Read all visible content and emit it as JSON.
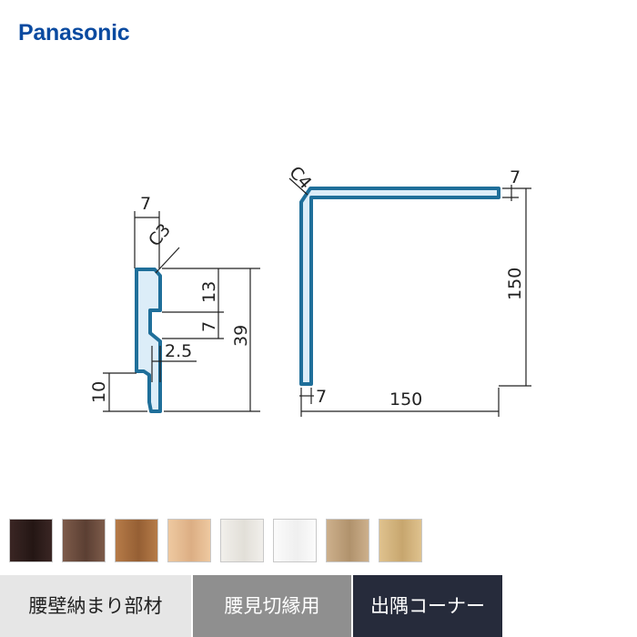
{
  "brand": {
    "logo": "Panasonic",
    "color": "#0a4aa0"
  },
  "profile_color": "#1f6f9a",
  "profile_fill": "#dcedf8",
  "left_profile": {
    "dims": {
      "top_width": "7",
      "chamfer": "C3",
      "upper": "13",
      "groove": "7",
      "offset": "2.5",
      "total": "39",
      "bottom": "10"
    }
  },
  "corner_profile": {
    "dims": {
      "chamfer": "C4",
      "top_thickness": "7",
      "height": "150",
      "bottom_thickness": "7",
      "width": "150"
    }
  },
  "swatches": [
    {
      "name": "dark-walnut",
      "color": "#3a2624",
      "shade": "#241614"
    },
    {
      "name": "medium-walnut",
      "color": "#7d5b4a",
      "shade": "#5b3f33"
    },
    {
      "name": "cherry",
      "color": "#b67b48",
      "shade": "#955f34"
    },
    {
      "name": "light-maple",
      "color": "#eec9a0",
      "shade": "#dcae84"
    },
    {
      "name": "white-wood",
      "color": "#f1efeb",
      "shade": "#e2dfd8"
    },
    {
      "name": "pure-white",
      "color": "#fbfbfb",
      "shade": "#efefef"
    },
    {
      "name": "light-oak",
      "color": "#cdb08c",
      "shade": "#b0926c"
    },
    {
      "name": "natural-oak",
      "color": "#dfc28e",
      "shade": "#c7a66e"
    }
  ],
  "tabs": [
    {
      "label": "腰壁納まり部材",
      "bg": "#e6e6e6",
      "color": "#222222"
    },
    {
      "label": "腰見切縁用",
      "bg": "#8f8f8f",
      "color": "#ffffff"
    },
    {
      "label": "出隅コーナー",
      "bg": "#262b3b",
      "color": "#ffffff"
    }
  ]
}
